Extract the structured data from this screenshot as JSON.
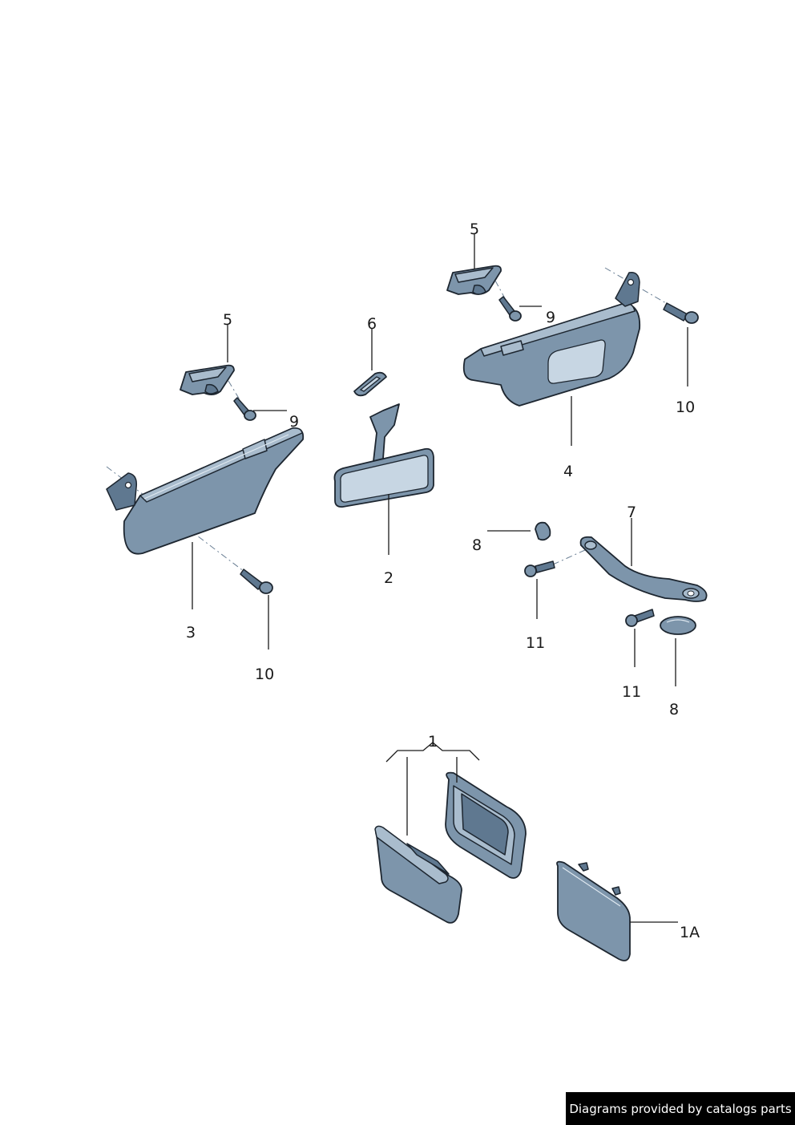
{
  "callouts": {
    "c1": "1",
    "c1a": "1A",
    "c2": "2",
    "c3": "3",
    "c4": "4",
    "c5_left": "5",
    "c5_right": "5",
    "c6": "6",
    "c7": "7",
    "c8_upper": "8",
    "c8_lower": "8",
    "c9_left": "9",
    "c9_right": "9",
    "c10_left": "10",
    "c10_right": "10",
    "c11_upper": "11",
    "c11_lower": "11"
  },
  "footer": {
    "credit": "Diagrams provided by catalogs parts"
  },
  "colors": {
    "part_fill": "#7d95ab",
    "outline": "#1d2630",
    "footer_bg": "#000000"
  }
}
